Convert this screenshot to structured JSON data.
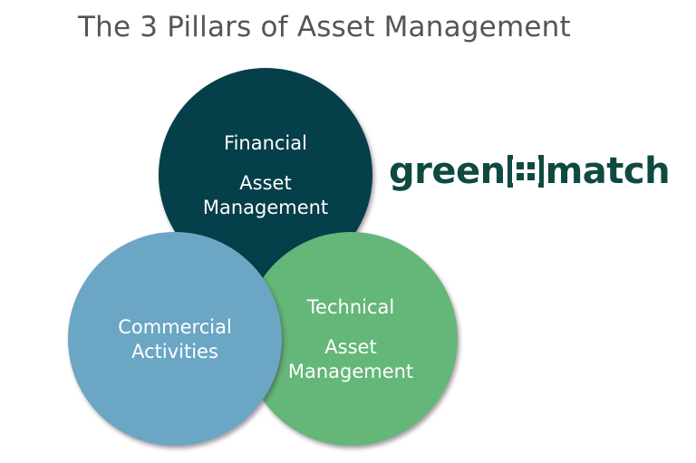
{
  "title": "The 3 Pillars of Asset Management",
  "logo": {
    "left_text": "green",
    "right_text": "match",
    "color": "#0f4a42"
  },
  "pillars": [
    {
      "id": "financial",
      "line1": "Financial",
      "line2": "Asset",
      "line3": "Management",
      "color": "#053f49"
    },
    {
      "id": "commercial",
      "line1": "Commercial",
      "line2": "Activities",
      "color": "#6ba6c4"
    },
    {
      "id": "technical",
      "line1": "Technical",
      "line2": "Asset",
      "line3": "Management",
      "color": "#64b778"
    }
  ]
}
